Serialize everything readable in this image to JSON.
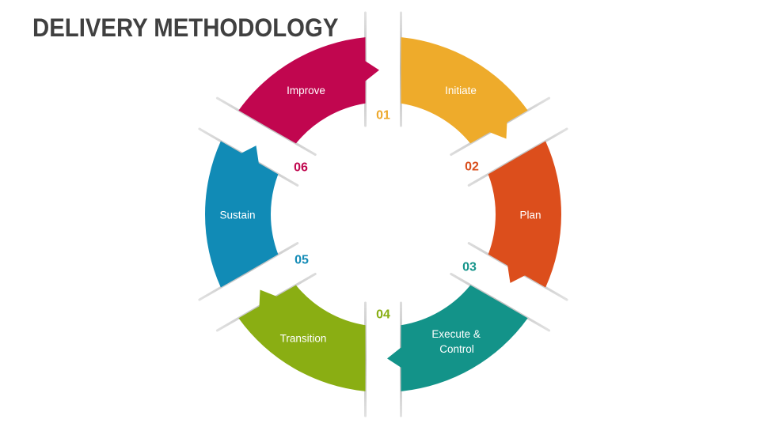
{
  "title": "DELIVERY METHODOLOGY",
  "segments": [
    {
      "step": "01",
      "label_lines": [
        "Initiate"
      ],
      "color": "#EEAB2B",
      "number_color": "#EDA82C"
    },
    {
      "step": "02",
      "label_lines": [
        "Plan"
      ],
      "color": "#DC4E1C",
      "number_color": "#D94F1E"
    },
    {
      "step": "03",
      "label_lines": [
        "Execute &",
        "Control"
      ],
      "color": "#139389",
      "number_color": "#15948A"
    },
    {
      "step": "04",
      "label_lines": [
        "Transition"
      ],
      "color": "#8AAE13",
      "number_color": "#88AE13"
    },
    {
      "step": "05",
      "label_lines": [
        "Sustain"
      ],
      "color": "#118BB6",
      "number_color": "#138BB6"
    },
    {
      "step": "06",
      "label_lines": [
        "Improve"
      ],
      "color": "#C1064F",
      "number_color": "#C0064E"
    }
  ]
}
